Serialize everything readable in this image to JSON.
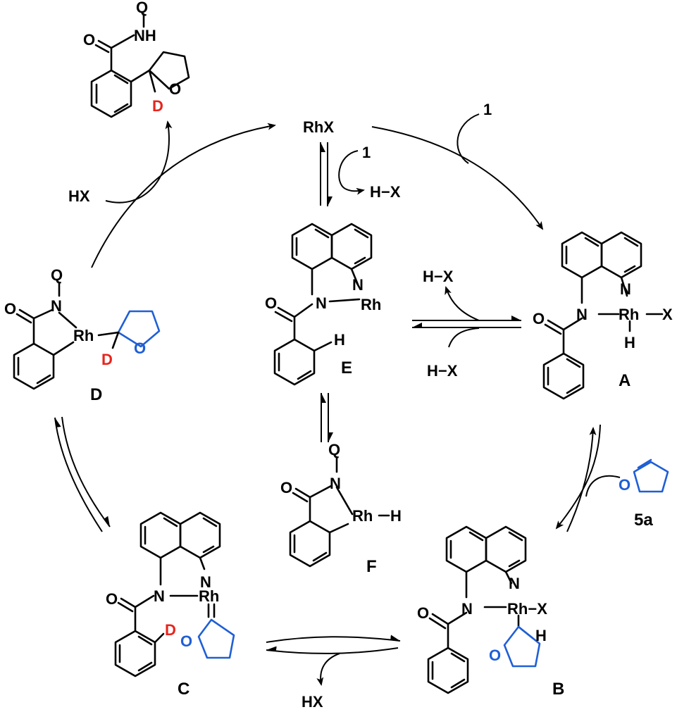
{
  "species": {
    "rhx": "RhX",
    "reagent_1": "1",
    "hx": "HX",
    "h_x": "H−X",
    "substrate_5a": "5a",
    "atoms": {
      "N": "N",
      "O": "O",
      "Q": "Q",
      "H": "H",
      "D": "D",
      "X": "X",
      "Rh": "Rh",
      "NH": "NH"
    }
  },
  "labels": {
    "A": "A",
    "B": "B",
    "C": "C",
    "D": "D",
    "E": "E",
    "F": "F"
  },
  "colors": {
    "deuterium": "#e8241c",
    "thf_ring": "#1f5fd6",
    "ink": "#000000"
  }
}
